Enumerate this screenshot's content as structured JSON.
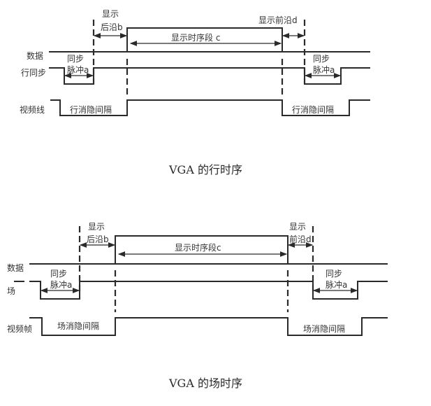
{
  "diagrams": [
    {
      "id": "line-timing",
      "caption": "VGA 的行时序",
      "signals": {
        "data": "数据",
        "sync": "行同步",
        "video": "视频线"
      },
      "labels": {
        "back_porch_l1": "显示",
        "back_porch_l2": "后沿b",
        "front_porch": "显示前沿d",
        "display": "显示时序段 c",
        "sync_pulse_l1": "同步",
        "sync_pulse_l2": "脉冲a",
        "blanking": "行消隐间隔"
      }
    },
    {
      "id": "frame-timing",
      "caption": "VGA 的场时序",
      "signals": {
        "data": "数据",
        "sync": "场",
        "video": "视频帧"
      },
      "labels": {
        "back_porch_l1": "显示",
        "back_porch_l2": "后沿b",
        "front_porch_l1": "显示",
        "front_porch_l2": "前沿d",
        "display": "显示时序段c",
        "sync_pulse_l1": "同步",
        "sync_pulse_l2": "脉冲a",
        "blanking": "场消隐间隔"
      }
    }
  ]
}
